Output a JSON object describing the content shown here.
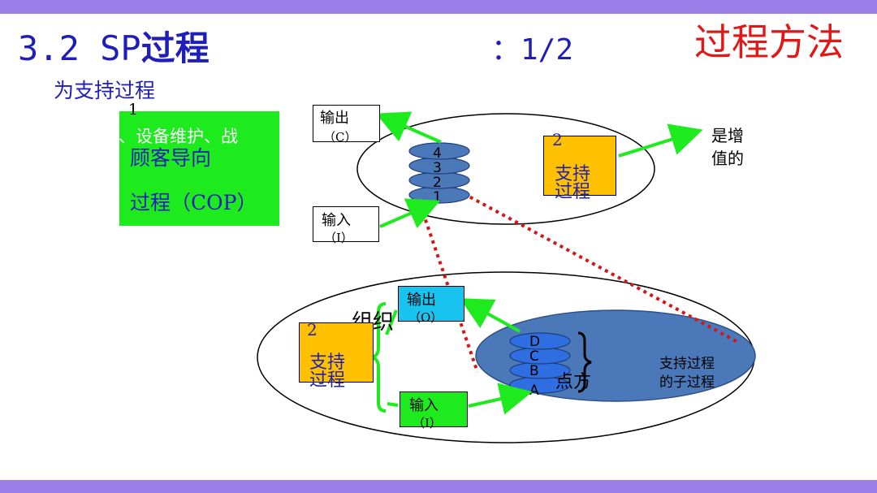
{
  "header": {
    "title_prefix": "3.2 SP",
    "title_bold": "过程",
    "page_indicator": "：1/2",
    "method": "过程方法"
  },
  "left": {
    "subtitle": "为支持过程",
    "number": "1",
    "overlap_text": "、设备维护、战",
    "green_line1": "顾客导向",
    "green_line2": "过程（COP）"
  },
  "top_diagram": {
    "output_label_1": "输出",
    "output_label_2": "（C）",
    "input_label_1": "输入",
    "input_label_2": "（I）",
    "stack": [
      "4",
      "3",
      "2",
      "1"
    ],
    "support_num": "2",
    "support_line1": "支持",
    "support_line2": "过程",
    "value_line1": "是增",
    "value_line2": "值的"
  },
  "bottom_diagram": {
    "org_label": "组织",
    "output_label_1": "输出",
    "output_label_2": "（O）",
    "input_label_1": "输入",
    "input_label_2": "（I）",
    "support_num": "2",
    "support_line1": "支持",
    "support_line2": "过程",
    "stack": [
      "D",
      "C",
      "B",
      "A"
    ],
    "behind_text": "点方",
    "sub_line1": "支持过程",
    "sub_line2": "的子过程"
  },
  "colors": {
    "title_blue": "#1f1fb8",
    "accent_red": "#e01818",
    "band_purple": "#9b7fe8",
    "green": "#1eeb1e",
    "orange": "#ffc000",
    "cyan": "#19c3f0",
    "steel_blue": "#4a78b8"
  }
}
